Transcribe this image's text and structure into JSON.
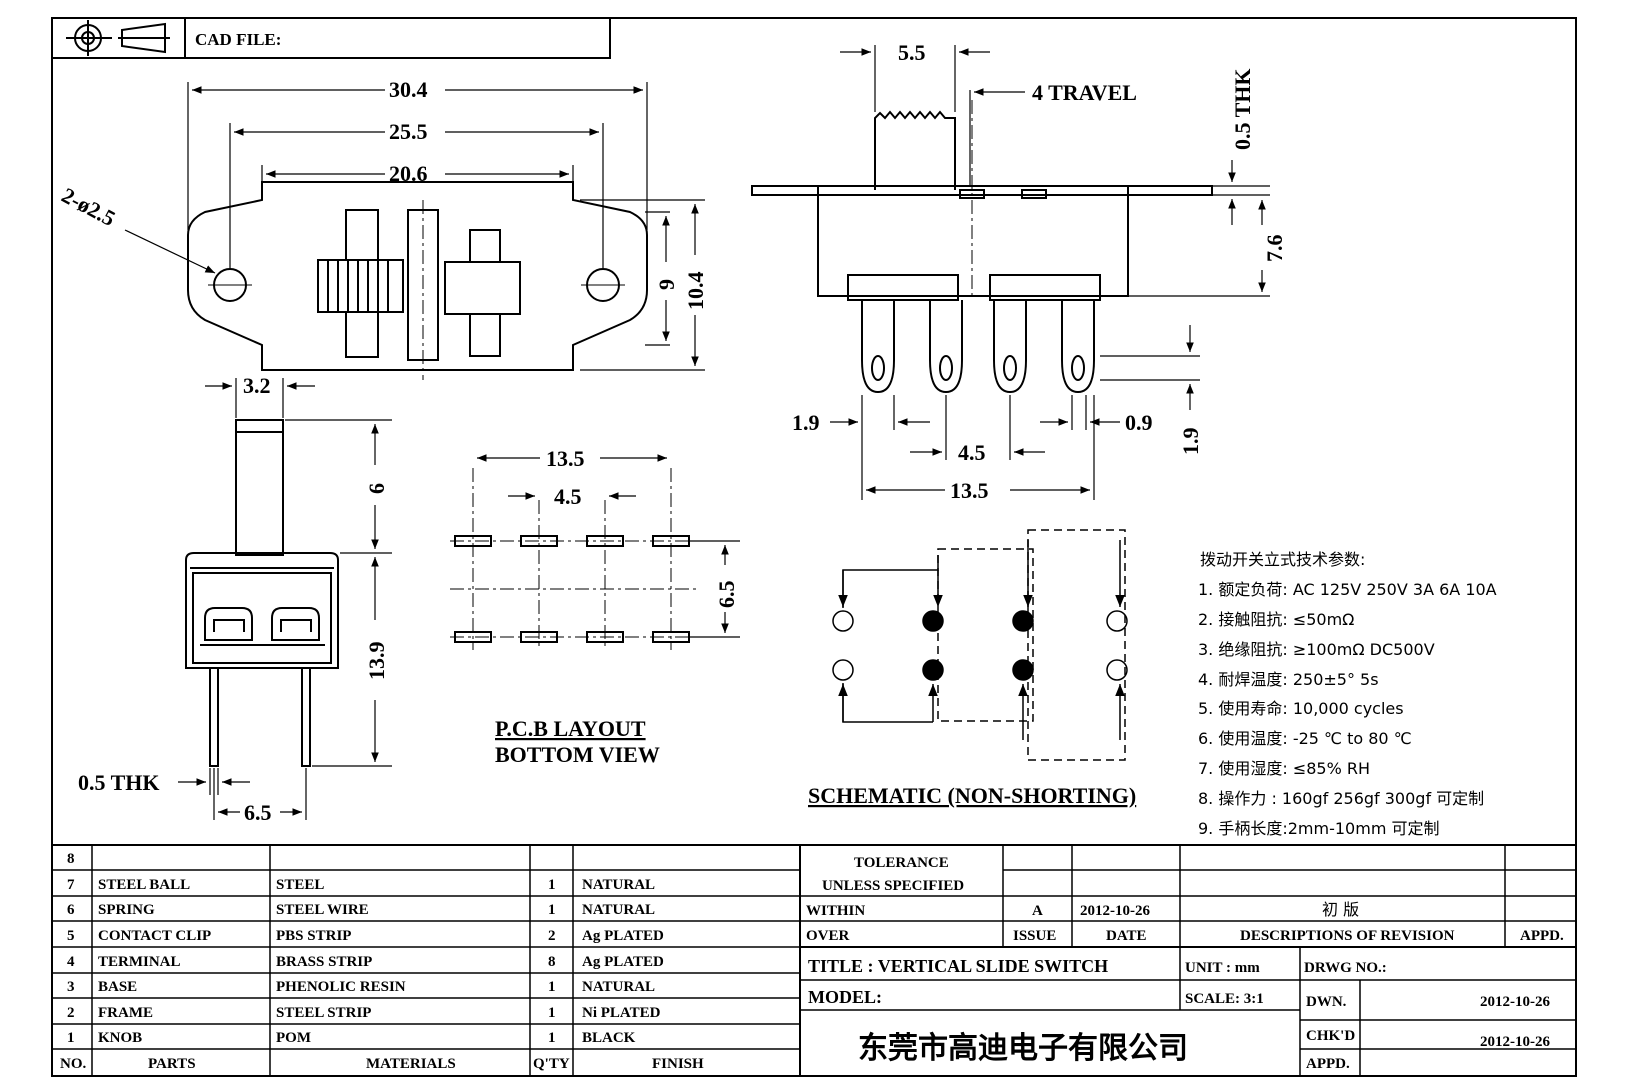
{
  "header": {
    "cad_file_label": "CAD FILE:"
  },
  "top_view": {
    "dim_overall": "30.4",
    "dim_hole_pitch": "25.5",
    "dim_body": "20.6",
    "dim_holes": "2-ø2.5",
    "dim_height_inner": "9",
    "dim_height_outer": "10.4"
  },
  "front_view": {
    "dim_knob": "5.5",
    "dim_travel": "4 TRAVEL",
    "dim_thk": "0.5 THK",
    "dim_height": "7.6",
    "dim_pin_width": "1.9",
    "dim_pin_pitch": "4.5",
    "dim_pin_span": "13.5",
    "dim_pin_thk": "0.9",
    "dim_pin_slot": "1.9"
  },
  "side_view": {
    "dim_knob_width": "3.2",
    "dim_knob_height": "6",
    "dim_body_height": "13.9",
    "dim_thk": "0.5 THK",
    "dim_pin_span": "6.5"
  },
  "pcb": {
    "dim_span": "13.5",
    "dim_pitch": "4.5",
    "dim_row": "6.5",
    "label_line1": "P.C.B LAYOUT",
    "label_line2": "BOTTOM VIEW"
  },
  "schematic": {
    "label": "SCHEMATIC (NON-SHORTING)"
  },
  "specs": {
    "title": "拨动开关立式技术参数:",
    "items": [
      "1.  额定负荷: AC 125V 250V    3A    6A    10A",
      "2.  接触阻抗:  ≤50mΩ",
      "3.  绝缘阻抗:  ≥100mΩ   DC500V",
      "4.  耐焊温度: 250±5°   5s",
      "5.  使用寿命: 10,000 cycles",
      "6.  使用温度: -25  ℃   to 80  ℃",
      "7.  使用湿度:  ≤85% RH",
      "8.  操作力 : 160gf    256gf    300gf   可定制",
      "9.  手柄长度:2mm-10mm   可定制"
    ]
  },
  "bom": {
    "headers": [
      "NO.",
      "PARTS",
      "MATERIALS",
      "Q'TY",
      "FINISH"
    ],
    "rows": [
      {
        "no": "8",
        "part": "",
        "material": "",
        "qty": "",
        "finish": ""
      },
      {
        "no": "7",
        "part": "STEEL BALL",
        "material": "STEEL",
        "qty": "1",
        "finish": "NATURAL"
      },
      {
        "no": "6",
        "part": "SPRING",
        "material": "STEEL WIRE",
        "qty": "1",
        "finish": "NATURAL"
      },
      {
        "no": "5",
        "part": "CONTACT CLIP",
        "material": "PBS STRIP",
        "qty": "2",
        "finish": "Ag PLATED"
      },
      {
        "no": "4",
        "part": "TERMINAL",
        "material": "BRASS STRIP",
        "qty": "8",
        "finish": "Ag PLATED"
      },
      {
        "no": "3",
        "part": "BASE",
        "material": "PHENOLIC RESIN",
        "qty": "1",
        "finish": "NATURAL"
      },
      {
        "no": "2",
        "part": "FRAME",
        "material": "STEEL STRIP",
        "qty": "1",
        "finish": "Ni PLATED"
      },
      {
        "no": "1",
        "part": "KNOB",
        "material": "POM",
        "qty": "1",
        "finish": "BLACK"
      }
    ]
  },
  "title_block": {
    "tolerance": "TOLERANCE",
    "unless_specified": "UNLESS   SPECIFIED",
    "within": "WITHIN",
    "over": "OVER",
    "issue_value": "A",
    "date_value": "2012-10-26",
    "revision_desc": "初   版",
    "issue_label": "ISSUE",
    "date_label": "DATE",
    "desc_label": "DESCRIPTIONS  OF  REVISION",
    "appd_label": "APPD.",
    "title": "TITLE :   VERTICAL  SLIDE  SWITCH",
    "unit": "UNIT :   mm",
    "drwg_no": "DRWG NO.:",
    "model": "MODEL:",
    "scale": "SCALE:   3:1",
    "dwn_label": "DWN.",
    "dwn_date": "2012-10-26",
    "chkd_label": "CHK'D",
    "chkd_date": "2012-10-26",
    "appd2_label": "APPD.",
    "company": "东莞市高迪电子有限公司"
  }
}
